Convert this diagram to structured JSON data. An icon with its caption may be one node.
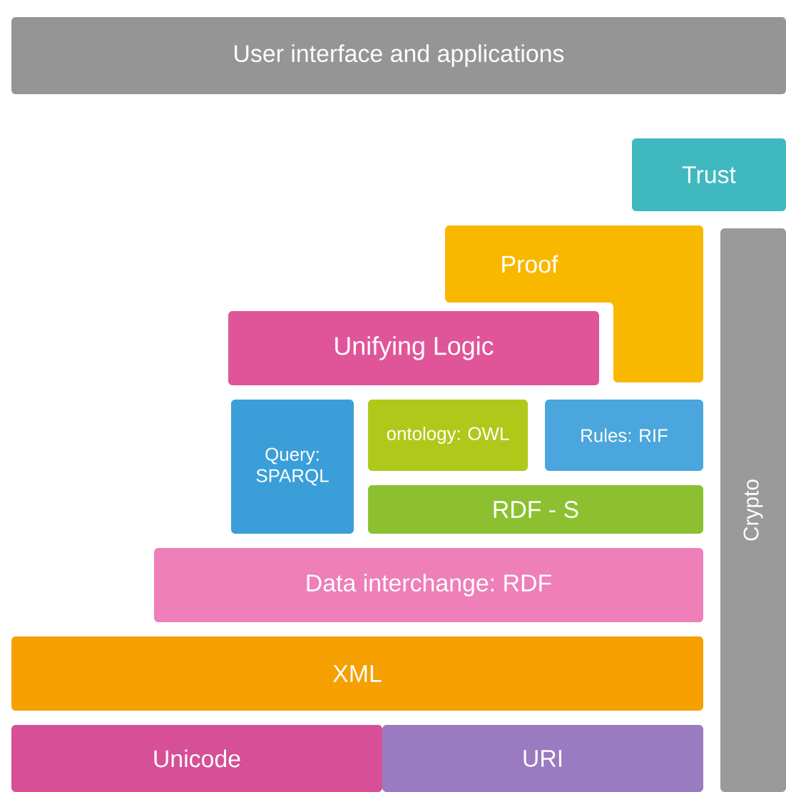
{
  "diagram": {
    "nodes": [
      {
        "text": [
          "User interface and applications"
        ]
      },
      {
        "text": [
          "Trust"
        ]
      },
      {
        "text": [
          "Proof"
        ]
      },
      {
        "text": [
          "Crypto"
        ]
      },
      {
        "text": [
          "Unifying Logic"
        ]
      },
      {
        "text": [
          "Query: SPARQL"
        ]
      },
      {
        "text": [
          "ontology: OWL"
        ]
      },
      {
        "text": [
          "Rules: RIF"
        ]
      },
      {
        "text": [
          "RDF - S"
        ]
      },
      {
        "text": [
          "Data interchange: RDF"
        ]
      },
      {
        "text": [
          "XML"
        ]
      },
      {
        "text": [
          "Unicode"
        ]
      },
      {
        "text": [
          "URI"
        ]
      }
    ]
  }
}
